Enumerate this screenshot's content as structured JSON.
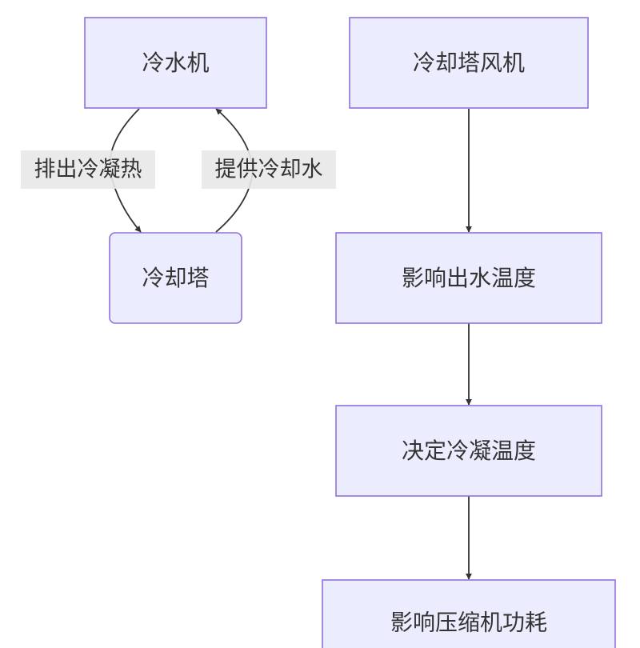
{
  "nodes": {
    "chiller": "冷水机",
    "tower_fan": "冷却塔风机",
    "tower": "冷却塔",
    "outlet_temp": "影响出水温度",
    "condense_temp": "决定冷凝温度",
    "compressor_power": "影响压缩机功耗"
  },
  "edges": {
    "reject_heat": "排出冷凝热",
    "supply_water": "提供冷却水"
  },
  "colors": {
    "node_fill": "#ececff",
    "node_stroke": "#9370db",
    "edge": "#333333",
    "label_bg": "#e8e8e8"
  }
}
